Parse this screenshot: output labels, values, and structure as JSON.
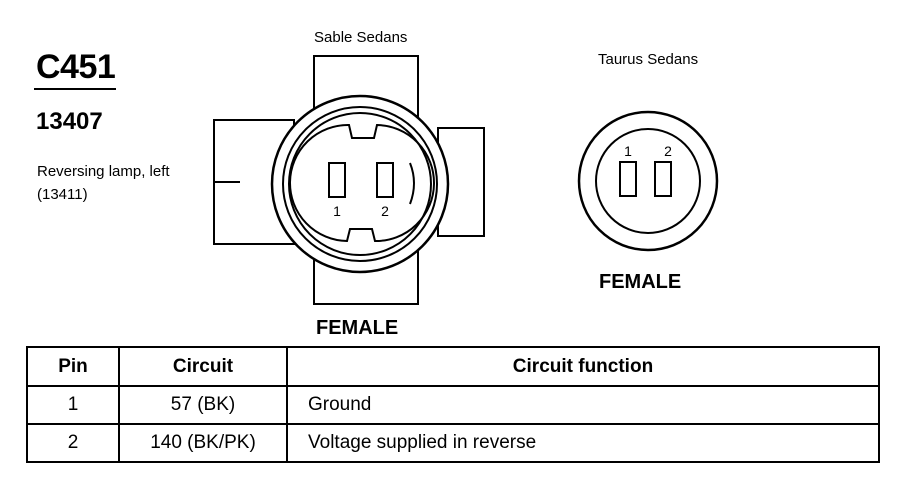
{
  "connector": {
    "id": "C451",
    "part_number": "13407",
    "description_line1": "Reversing lamp, left",
    "description_line2": "(13411)"
  },
  "views": {
    "sable": {
      "label": "Sable Sedans",
      "gender": "FEMALE",
      "pins": [
        "1",
        "2"
      ]
    },
    "taurus": {
      "label": "Taurus Sedans",
      "gender": "FEMALE",
      "pins": [
        "1",
        "2"
      ]
    }
  },
  "table": {
    "headers": {
      "pin": "Pin",
      "circuit": "Circuit",
      "function": "Circuit function"
    },
    "rows": [
      {
        "pin": "1",
        "circuit": "57 (BK)",
        "function": "Ground"
      },
      {
        "pin": "2",
        "circuit": "140 (BK/PK)",
        "function": "Voltage supplied in reverse"
      }
    ]
  }
}
